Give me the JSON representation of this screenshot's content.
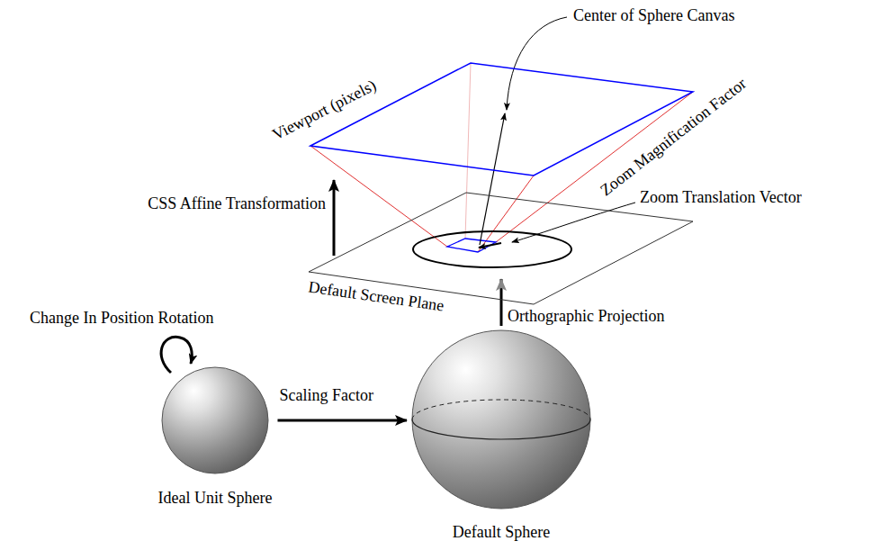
{
  "diagram": {
    "nodes": [
      {
        "text": [
          "Viewport (pixels)"
        ]
      },
      {
        "text": [
          "Default Screen Plane"
        ]
      },
      {
        "text": [
          "Ideal Unit Sphere"
        ]
      },
      {
        "text": [
          "Default Sphere"
        ]
      }
    ],
    "edges": [
      {
        "from": 2,
        "to": 3,
        "label": "Scaling Factor",
        "arrow": "to"
      },
      {
        "from": 3,
        "to": 1,
        "label": "Orthographic Projection",
        "arrow": "to"
      },
      {
        "from": 1,
        "to": 0,
        "label": "CSS Affine Transformation",
        "arrow": "to"
      }
    ],
    "labels": [
      "Center of Sphere Canvas",
      "Zoom Magnification Factor",
      "Zoom Translation Vector",
      "Change In Position Rotation"
    ]
  }
}
